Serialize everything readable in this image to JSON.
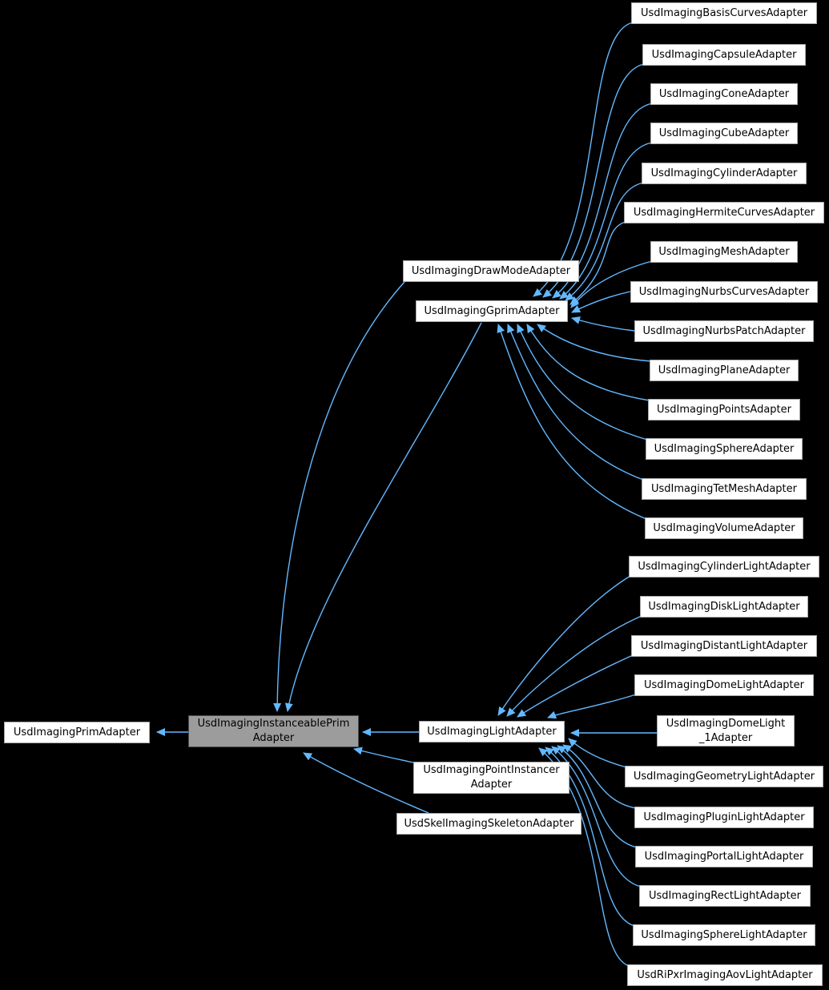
{
  "diagram": {
    "kind": "class-inheritance-graph",
    "background_color": "#000000",
    "edge_color": "#63b8ff",
    "node_fill_color": "#ffffff",
    "node_border_color": "#a9a9a9",
    "highlight_fill_color": "#9c9c9c",
    "highlight_border_color": "#4d4d4d",
    "text_color": "#000000",
    "nodes": {
      "prim": {
        "label": "UsdImagingPrimAdapter"
      },
      "instanceable": {
        "label": "UsdImagingInstanceablePrim\nAdapter",
        "highlighted": true
      },
      "drawmode": {
        "label": "UsdImagingDrawModeAdapter"
      },
      "gprim": {
        "label": "UsdImagingGprimAdapter"
      },
      "light": {
        "label": "UsdImagingLightAdapter"
      },
      "pointinstancer": {
        "label": "UsdImagingPointInstancer\nAdapter"
      },
      "skel": {
        "label": "UsdSkelImagingSkeletonAdapter"
      },
      "basiscurves": {
        "label": "UsdImagingBasisCurvesAdapter"
      },
      "capsule": {
        "label": "UsdImagingCapsuleAdapter"
      },
      "cone": {
        "label": "UsdImagingConeAdapter"
      },
      "cube": {
        "label": "UsdImagingCubeAdapter"
      },
      "cylinder": {
        "label": "UsdImagingCylinderAdapter"
      },
      "hermite": {
        "label": "UsdImagingHermiteCurvesAdapter"
      },
      "mesh": {
        "label": "UsdImagingMeshAdapter"
      },
      "nurbscurves": {
        "label": "UsdImagingNurbsCurvesAdapter"
      },
      "nurbspatch": {
        "label": "UsdImagingNurbsPatchAdapter"
      },
      "plane": {
        "label": "UsdImagingPlaneAdapter"
      },
      "points": {
        "label": "UsdImagingPointsAdapter"
      },
      "sphere": {
        "label": "UsdImagingSphereAdapter"
      },
      "tetmesh": {
        "label": "UsdImagingTetMeshAdapter"
      },
      "volume": {
        "label": "UsdImagingVolumeAdapter"
      },
      "cylinderlight": {
        "label": "UsdImagingCylinderLightAdapter"
      },
      "disklight": {
        "label": "UsdImagingDiskLightAdapter"
      },
      "distantlight": {
        "label": "UsdImagingDistantLightAdapter"
      },
      "domelight": {
        "label": "UsdImagingDomeLightAdapter"
      },
      "domelight1": {
        "label": "UsdImagingDomeLight\n_1Adapter"
      },
      "geometrylight": {
        "label": "UsdImagingGeometryLightAdapter"
      },
      "pluginlight": {
        "label": "UsdImagingPluginLightAdapter"
      },
      "portallight": {
        "label": "UsdImagingPortalLightAdapter"
      },
      "rectlight": {
        "label": "UsdImagingRectLightAdapter"
      },
      "spherelight": {
        "label": "UsdImagingSphereLightAdapter"
      },
      "aovlight": {
        "label": "UsdRiPxrImagingAovLightAdapter"
      }
    },
    "edges": [
      {
        "from": "instanceable",
        "to": "prim"
      },
      {
        "from": "drawmode",
        "to": "instanceable"
      },
      {
        "from": "gprim",
        "to": "instanceable"
      },
      {
        "from": "light",
        "to": "instanceable"
      },
      {
        "from": "pointinstancer",
        "to": "instanceable"
      },
      {
        "from": "skel",
        "to": "instanceable"
      },
      {
        "from": "basiscurves",
        "to": "gprim"
      },
      {
        "from": "capsule",
        "to": "gprim"
      },
      {
        "from": "cone",
        "to": "gprim"
      },
      {
        "from": "cube",
        "to": "gprim"
      },
      {
        "from": "cylinder",
        "to": "gprim"
      },
      {
        "from": "hermite",
        "to": "gprim"
      },
      {
        "from": "mesh",
        "to": "gprim"
      },
      {
        "from": "nurbscurves",
        "to": "gprim"
      },
      {
        "from": "nurbspatch",
        "to": "gprim"
      },
      {
        "from": "plane",
        "to": "gprim"
      },
      {
        "from": "points",
        "to": "gprim"
      },
      {
        "from": "sphere",
        "to": "gprim"
      },
      {
        "from": "tetmesh",
        "to": "gprim"
      },
      {
        "from": "volume",
        "to": "gprim"
      },
      {
        "from": "cylinderlight",
        "to": "light"
      },
      {
        "from": "disklight",
        "to": "light"
      },
      {
        "from": "distantlight",
        "to": "light"
      },
      {
        "from": "domelight",
        "to": "light"
      },
      {
        "from": "domelight1",
        "to": "light"
      },
      {
        "from": "geometrylight",
        "to": "light"
      },
      {
        "from": "pluginlight",
        "to": "light"
      },
      {
        "from": "portallight",
        "to": "light"
      },
      {
        "from": "rectlight",
        "to": "light"
      },
      {
        "from": "spherelight",
        "to": "light"
      },
      {
        "from": "aovlight",
        "to": "light"
      }
    ]
  }
}
